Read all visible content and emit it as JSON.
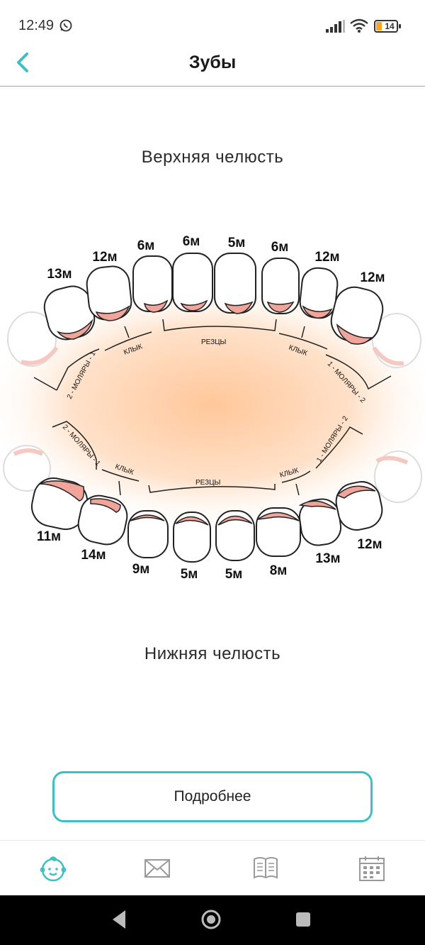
{
  "status_bar": {
    "time": "12:49",
    "battery_level": "14"
  },
  "header": {
    "title": "Зубы"
  },
  "upper_jaw": {
    "label": "Верхняя челюсть",
    "teeth_ages": [
      "13м",
      "12м",
      "6м",
      "6м",
      "5м",
      "6м",
      "12м",
      "12м"
    ],
    "groups": [
      "2 - МОЛЯРЫ - 1",
      "КЛЫК",
      "РЕЗЦЫ",
      "КЛЫК",
      "1 - МОЛЯРЫ - 2"
    ]
  },
  "lower_jaw": {
    "label": "Нижняя челюсть",
    "teeth_ages": [
      "11м",
      "14м",
      "9м",
      "5м",
      "5м",
      "8м",
      "13м",
      "12м"
    ],
    "groups": [
      "2 - МОЛЯРЫ - 1",
      "КЛЫК",
      "РЕЗЦЫ",
      "КЛЫК",
      "1 - МОЛЯРЫ - 2"
    ]
  },
  "details_button": {
    "label": "Подробнее"
  },
  "tabs": [
    {
      "icon": "baby-face-icon",
      "active": true
    },
    {
      "icon": "envelope-icon",
      "active": false
    },
    {
      "icon": "book-icon",
      "active": false
    },
    {
      "icon": "calendar-icon",
      "active": false
    }
  ],
  "colors": {
    "accent": "#3dbfc4",
    "gum": "#f0a49a",
    "glow": "#ffc79a"
  }
}
